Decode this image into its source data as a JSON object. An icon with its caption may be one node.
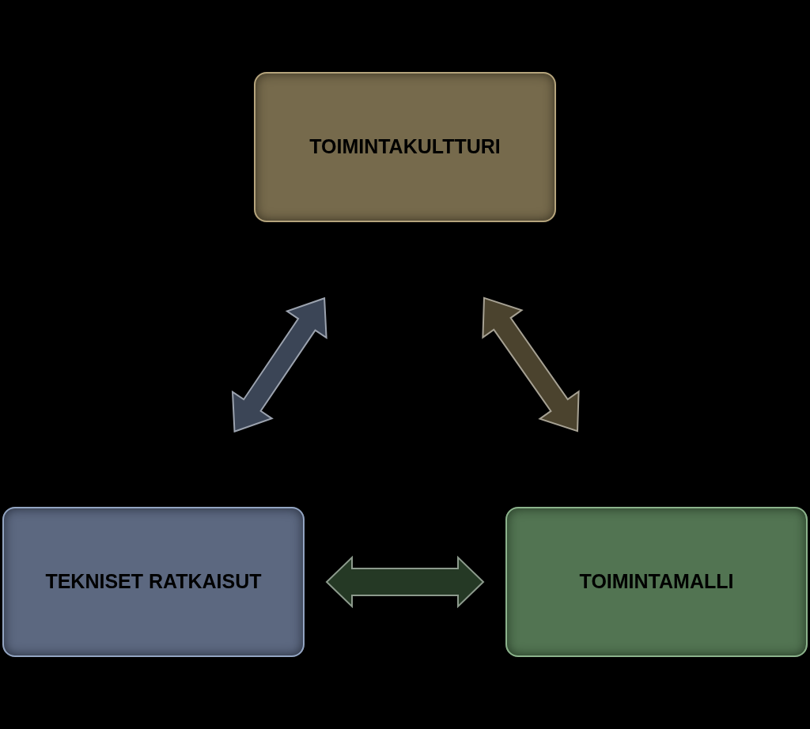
{
  "diagram": {
    "nodes": [
      {
        "text": [
          "TOIMINTAKULTTURI"
        ]
      },
      {
        "text": [
          "TEKNISET RATKAISUT"
        ]
      },
      {
        "text": [
          "TOIMINTAMALLI"
        ]
      }
    ],
    "edges": [
      {
        "from": 1,
        "to": 0,
        "arrow": "both",
        "color": "#4a566c"
      },
      {
        "from": 0,
        "to": 2,
        "arrow": "both",
        "color": "#5e543a"
      },
      {
        "from": 1,
        "to": 2,
        "arrow": "both",
        "color": "#2e472e"
      }
    ]
  }
}
